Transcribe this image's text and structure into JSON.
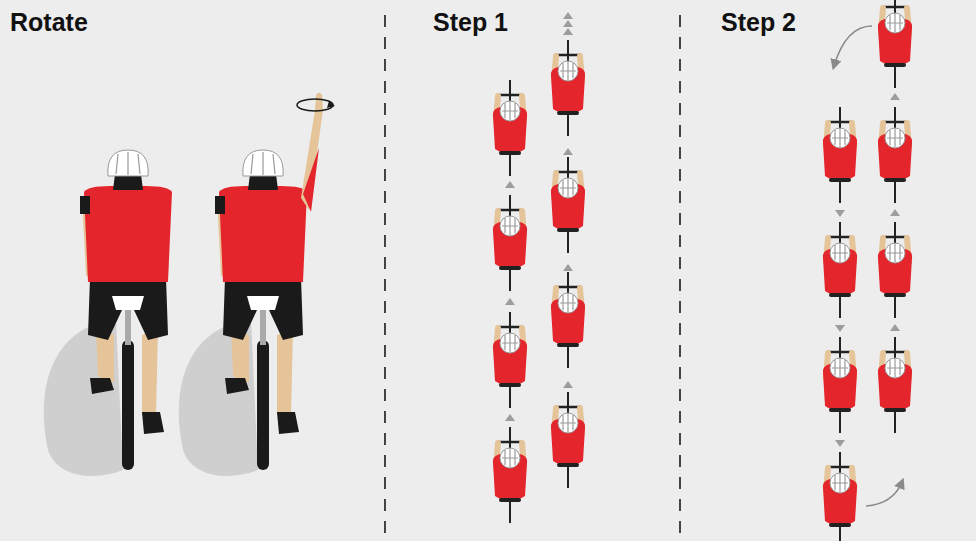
{
  "diagram": {
    "labels": [
      "Rotate",
      "Step 1",
      "Step 2"
    ]
  }
}
